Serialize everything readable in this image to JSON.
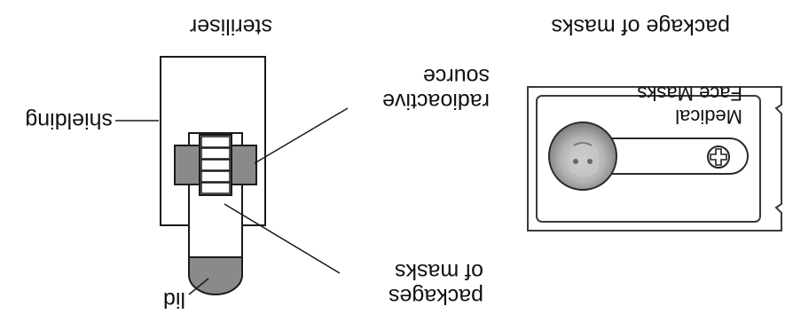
{
  "titles": {
    "left": "package of masks",
    "right": "steriliser"
  },
  "package": {
    "text_line1": "Medical",
    "text_line2": "Face Masks"
  },
  "labels": {
    "lid": "lid",
    "packages_line1": "packages",
    "packages_line2": "of masks",
    "radioactive_line1": "radioactive",
    "radioactive_line2": "source",
    "shielding": "shielding"
  },
  "icons": [
    "medical-cross-icon",
    "face-photo"
  ],
  "colors": {
    "line": "#1a1a1a",
    "grey_fill": "#8a8a8a",
    "package_border": "#3a3a3a"
  }
}
